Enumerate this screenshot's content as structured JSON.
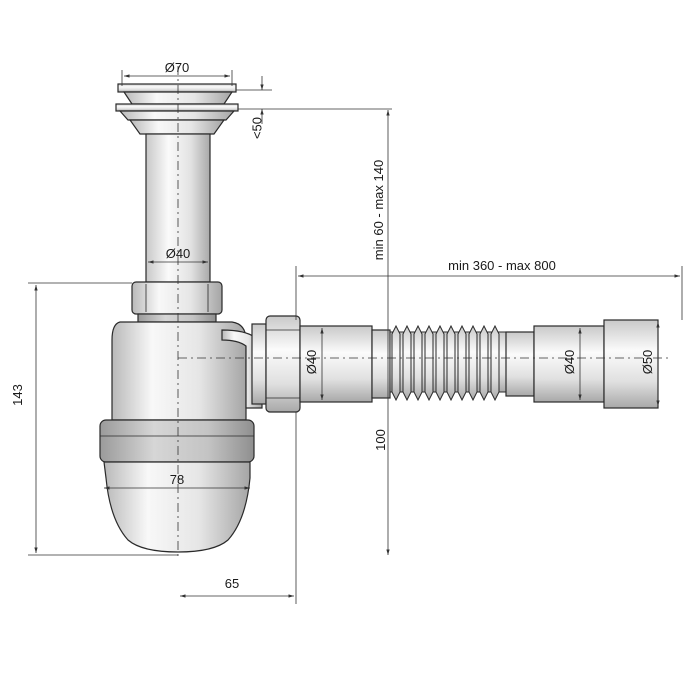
{
  "dimensions": {
    "grate_diameter": "Ø70",
    "grate_height": "<50",
    "riser_diameter": "Ø40",
    "total_height": "min 60 - max 140",
    "hose_length": "min 360 - max 800",
    "outlet_diameter": "Ø40",
    "hose_end_diameter": "Ø40",
    "socket_diameter": "Ø50",
    "body_height": "143",
    "outlet_height": "100",
    "bowl_width": "78",
    "outlet_offset": "65"
  },
  "colors": {
    "line": "#2a2a2a",
    "body_light": "#f2f2f2",
    "body_dark": "#b5b5b5",
    "background": "#ffffff"
  }
}
